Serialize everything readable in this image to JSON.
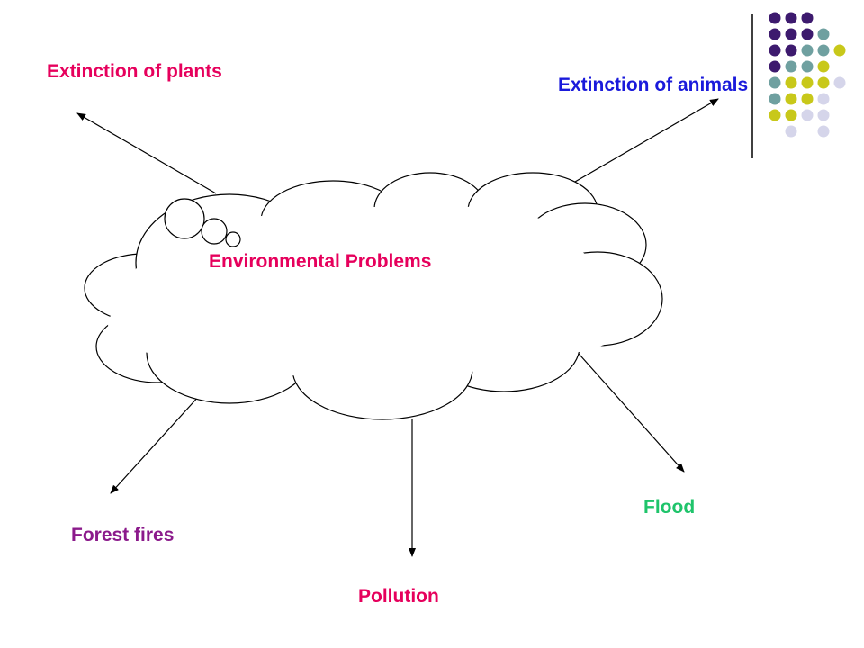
{
  "diagram": {
    "center_label": "Environmental Problems",
    "branches": [
      {
        "id": "plants",
        "label": "Extinction of plants",
        "color": "#e6005c"
      },
      {
        "id": "animals",
        "label": "Extinction of animals",
        "color": "#1a1adb"
      },
      {
        "id": "forest",
        "label": "Forest fires",
        "color": "#8b1a8b"
      },
      {
        "id": "pollution",
        "label": "Pollution",
        "color": "#e6005c"
      },
      {
        "id": "flood",
        "label": "Flood",
        "color": "#1fc46b"
      }
    ],
    "center_label_color": "#e6005c"
  },
  "decoration": {
    "dot_colors": {
      "purple": "#3d1a6e",
      "teal": "#6fa0a0",
      "yellow": "#c8c81a",
      "lavender": "#d5d5ea"
    }
  }
}
